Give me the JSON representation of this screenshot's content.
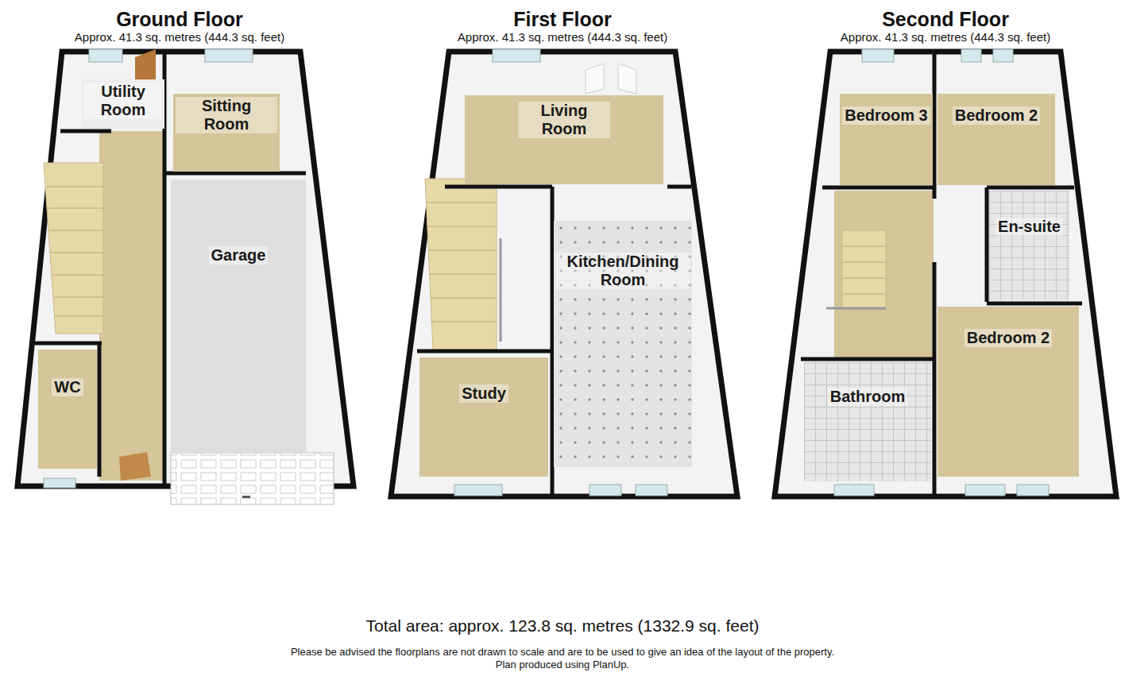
{
  "diagram": {
    "nodes": [
      {
        "text": [
          "Ground Floor",
          "Approx. 41.3 sq. metres (444.3 sq. feet)"
        ]
      },
      {
        "text": [
          "Utility Room"
        ],
        "in": 0
      },
      {
        "text": [
          "Sitting Room"
        ],
        "in": 0
      },
      {
        "text": [
          "Garage"
        ],
        "in": 0
      },
      {
        "text": [
          "WC"
        ],
        "in": 0
      },
      {
        "text": [
          "First Floor",
          "Approx. 41.3 sq. metres (444.3 sq. feet)"
        ]
      },
      {
        "text": [
          "Living Room"
        ],
        "in": 5
      },
      {
        "text": [
          "Kitchen/Dining Room"
        ],
        "in": 5
      },
      {
        "text": [
          "Study"
        ],
        "in": 5
      },
      {
        "text": [
          "Second Floor",
          "Approx. 41.3 sq. metres (444.3 sq. feet)"
        ]
      },
      {
        "text": [
          "Bedroom 3"
        ],
        "in": 9
      },
      {
        "text": [
          "Bedroom 2"
        ],
        "in": 9
      },
      {
        "text": [
          "En-suite"
        ],
        "in": 9
      },
      {
        "text": [
          "Bedroom 2"
        ],
        "in": 9
      },
      {
        "text": [
          "Bathroom"
        ],
        "in": 9
      }
    ],
    "labels": [
      "Total area: approx. 123.8 sq. metres (1332.9 sq. feet)",
      "Please be advised the floorplans are not drawn to scale and are to be used to give an idea of the layout of the property.",
      "Plan produced using PlanUp."
    ]
  }
}
